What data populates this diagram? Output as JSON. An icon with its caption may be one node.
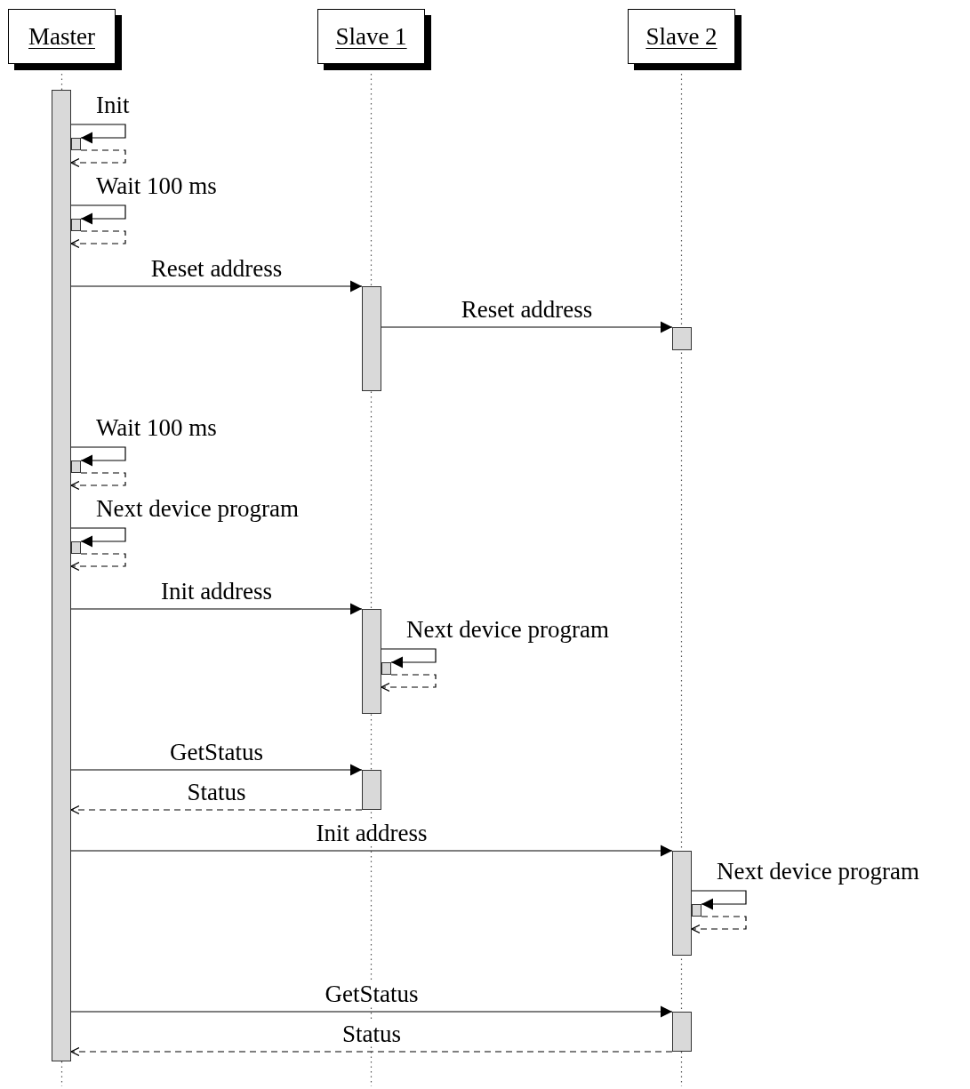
{
  "diagram": {
    "nodes": [
      {
        "text": [
          "Master"
        ]
      },
      {
        "text": [
          "Slave 1"
        ]
      },
      {
        "text": [
          "Slave 2"
        ]
      },
      {
        "text": [],
        "shape": "bar"
      },
      {
        "text": [],
        "shape": "bar"
      },
      {
        "text": [],
        "shape": "bar"
      },
      {
        "text": [],
        "shape": "bar"
      },
      {
        "text": [],
        "shape": "bar"
      },
      {
        "text": [],
        "shape": "bar"
      },
      {
        "text": [],
        "shape": "bar"
      },
      {
        "text": [],
        "shape": "bar"
      },
      {
        "text": [],
        "shape": "bar"
      },
      {
        "text": [],
        "shape": "bar"
      },
      {
        "text": [],
        "shape": "bar"
      },
      {
        "text": [],
        "shape": "bar"
      },
      {
        "text": [],
        "shape": "bar"
      }
    ],
    "edges": [
      {
        "from": 3,
        "to": 4,
        "arrow": "to",
        "label": "Init"
      },
      {
        "from": 4,
        "to": 3,
        "arrow": "to",
        "style": "dashed"
      },
      {
        "from": 3,
        "to": 5,
        "arrow": "to",
        "label": "Wait 100 ms"
      },
      {
        "from": 5,
        "to": 3,
        "arrow": "to",
        "style": "dashed"
      },
      {
        "from": 3,
        "to": 6,
        "arrow": "to",
        "label": "Reset address"
      },
      {
        "from": 6,
        "to": 7,
        "arrow": "to",
        "label": "Reset address"
      },
      {
        "from": 3,
        "to": 8,
        "arrow": "to",
        "label": "Wait 100 ms"
      },
      {
        "from": 8,
        "to": 3,
        "arrow": "to",
        "style": "dashed"
      },
      {
        "from": 3,
        "to": 9,
        "arrow": "to",
        "label": "Next device program"
      },
      {
        "from": 9,
        "to": 3,
        "arrow": "to",
        "style": "dashed"
      },
      {
        "from": 3,
        "to": 10,
        "arrow": "to",
        "label": "Init address"
      },
      {
        "from": 10,
        "to": 11,
        "arrow": "to",
        "label": "Next device program"
      },
      {
        "from": 11,
        "to": 10,
        "arrow": "to",
        "style": "dashed"
      },
      {
        "from": 3,
        "to": 12,
        "arrow": "to",
        "label": "GetStatus"
      },
      {
        "from": 12,
        "to": 3,
        "arrow": "to",
        "style": "dashed",
        "label": "Status"
      },
      {
        "from": 3,
        "to": 13,
        "arrow": "to",
        "label": "Init address"
      },
      {
        "from": 13,
        "to": 14,
        "arrow": "to",
        "label": "Next device program"
      },
      {
        "from": 14,
        "to": 13,
        "arrow": "to",
        "style": "dashed"
      },
      {
        "from": 3,
        "to": 15,
        "arrow": "to",
        "label": "GetStatus"
      },
      {
        "from": 15,
        "to": 3,
        "arrow": "to",
        "style": "dashed",
        "label": "Status"
      }
    ]
  }
}
